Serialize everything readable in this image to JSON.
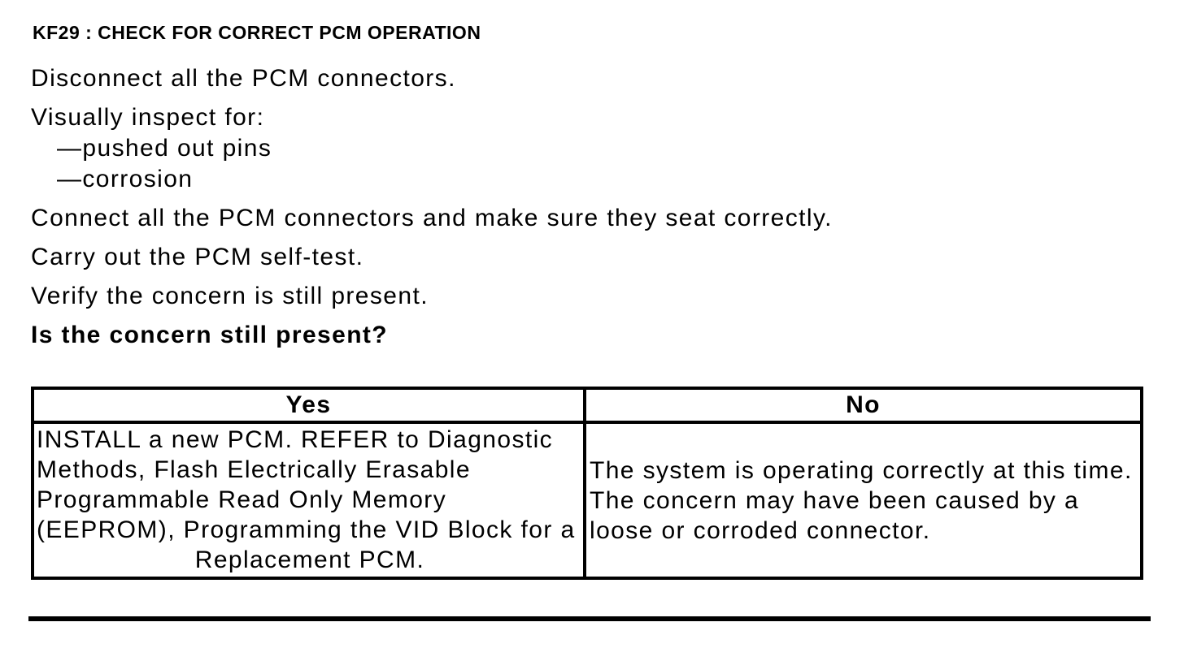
{
  "document": {
    "heading": "KF29 : CHECK FOR CORRECT PCM OPERATION",
    "steps": {
      "disconnect": "Disconnect all the PCM connectors.",
      "inspect_intro": "Visually inspect for:",
      "inspect_items": [
        "—pushed out pins",
        "—corrosion"
      ],
      "connect": "Connect all the PCM connectors and make sure they seat correctly.",
      "self_test": "Carry out the PCM self-test.",
      "verify": "Verify the concern is still present.",
      "question": "Is the concern still present?"
    },
    "decision_table": {
      "columns": [
        {
          "header": "Yes",
          "body": "INSTALL a new PCM. REFER to Diagnostic Methods, Flash Electrically Erasable Programmable Read Only Memory (EEPROM), Programming the VID Block for a Replacement PCM."
        },
        {
          "header": "No",
          "body": "The system is operating correctly at this time. The concern may have been caused by a loose or corroded connector."
        }
      ]
    },
    "colors": {
      "text": "#000000",
      "background": "#ffffff",
      "table_border": "#000000"
    }
  }
}
